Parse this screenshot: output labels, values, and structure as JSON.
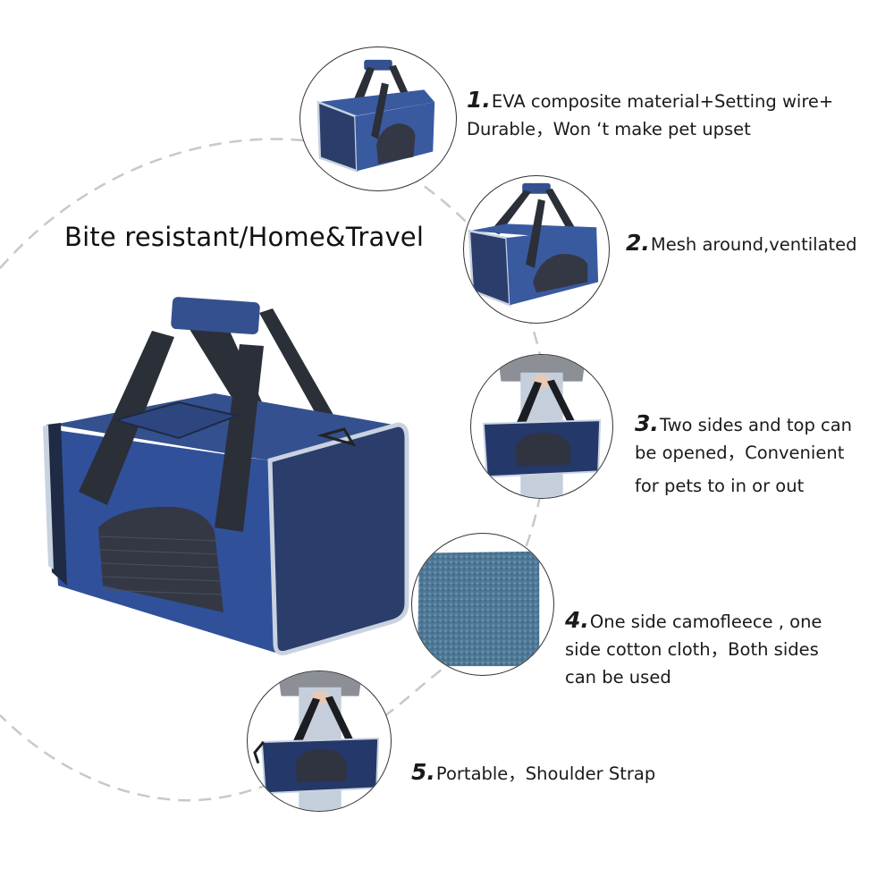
{
  "headline": "Bite resistant/Home&Travel",
  "colors": {
    "bag_blue": "#2f4a86",
    "bag_blue_light": "#3d5c9e",
    "bag_side": "#2a3d6b",
    "strap": "#2b2f38",
    "piping": "#c9d3e0",
    "mesh": "#333844",
    "fleece": "#4e7896",
    "arc": "#c8c8c8",
    "circle_border": "#333333"
  },
  "features": [
    {
      "number": "1.",
      "lines": [
        "EVA composite material+Setting wire+",
        "Durable，Won ‘t make pet upset"
      ],
      "image": "bag-front-view"
    },
    {
      "number": "2.",
      "lines": [
        "Mesh around,ventilated"
      ],
      "image": "bag-mesh-side-view"
    },
    {
      "number": "3.",
      "lines": [
        "Two sides and top can",
        "be opened，Convenient",
        "for pets to in or out"
      ],
      "image": "bag-carried-by-hand"
    },
    {
      "number": "4.",
      "lines": [
        "One side camofleece , one",
        "side cotton cloth，Both sides",
        "can be used"
      ],
      "image": "fleece-pad-swatch"
    },
    {
      "number": "5.",
      "lines": [
        "Portable，Shoulder Strap"
      ],
      "image": "bag-carried-shoulder-strap"
    }
  ]
}
